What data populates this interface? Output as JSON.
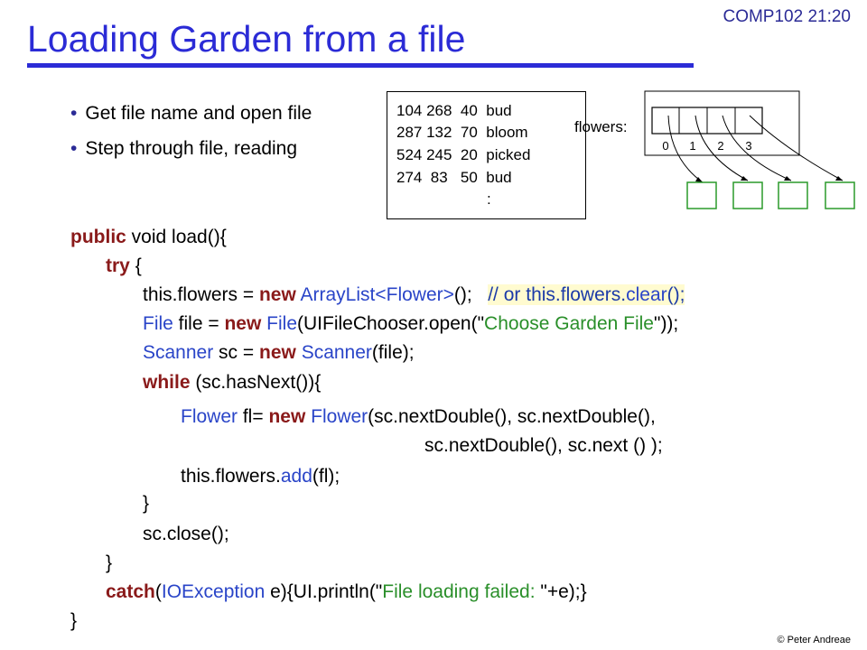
{
  "header": {
    "course": "COMP102 21:20",
    "title": "Loading Garden from a file"
  },
  "bullets": [
    "Get file name and open file",
    "Step through file, reading"
  ],
  "data_file": {
    "lines": [
      "104 268  40  bud",
      "287 132  70  bloom",
      "524 245  20  picked",
      "274  83   50  bud"
    ],
    "ellipsis": ":"
  },
  "diagram": {
    "label": "flowers:",
    "indices": [
      "0",
      "1",
      "2",
      "3"
    ]
  },
  "code": {
    "l1a": "public",
    "l1b": " void load(){",
    "l2a": "try",
    "l2b": " {",
    "l3a": "this.flowers = ",
    "l3b": "new",
    "l3c": " ",
    "l3d": "ArrayList<Flower>",
    "l3e": "();   ",
    "l3f": "// or this.flowers.",
    "l3g": "clear",
    "l3h": "();",
    "l4a": "File",
    "l4b": " file = ",
    "l4c": "new",
    "l4d": " ",
    "l4e": "File",
    "l4f": "(UIFileChooser.open(\"",
    "l4g": "Choose Garden File",
    "l4h": "\"));",
    "l5a": "Scanner",
    "l5b": " sc = ",
    "l5c": "new",
    "l5d": " ",
    "l5e": "Scanner",
    "l5f": "(file);",
    "l6a": "while",
    "l6b": " (sc.hasNext()){",
    "l7a": "Flower",
    "l7b": " fl= ",
    "l7c": "new",
    "l7d": " ",
    "l7e": "Flower",
    "l7f": "(sc.nextDouble(), sc.nextDouble(),",
    "l8": "sc.nextDouble(), sc.next () );",
    "l9a": "this.flowers.",
    "l9b": "add",
    "l9c": "(fl);",
    "l10": "}",
    "l11": "sc.close();",
    "l12": "}",
    "l13a": "catch",
    "l13b": "(",
    "l13c": "IOException",
    "l13d": " e){UI.println(\"",
    "l13e": "File loading failed: ",
    "l13f": "\"+e);}",
    "l14": "}"
  },
  "footer": {
    "copyright": "© Peter Andreae"
  },
  "colors": {
    "title": "#2b2bd6",
    "keyword": "#8a1a1a",
    "type": "#2a45c8",
    "string": "#2a8f2a",
    "flower_box": "#2a9a2a"
  }
}
